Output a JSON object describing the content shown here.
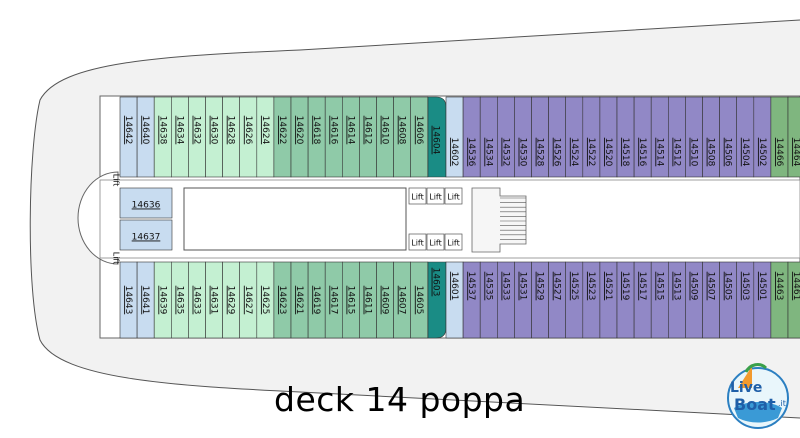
{
  "caption": "deck 14 poppa",
  "logo": {
    "text_line1": "Live",
    "text_line2": "Boat",
    "text_suffix": ".it"
  },
  "lift_label": "Lift",
  "colors": {
    "pale_blue": "#c8dcf0",
    "light_green": "#c4f0d2",
    "mid_green": "#8fcaa8",
    "teal": "#1a8c85",
    "purple": "#9188c6",
    "dark_green": "#7fb67f",
    "hull": "#f2f2f2"
  },
  "sections": {
    "top_aft": [
      {
        "num": "14642",
        "color": "pale_blue"
      },
      {
        "num": "14640",
        "color": "pale_blue"
      },
      {
        "num": "14638",
        "color": "light_green"
      },
      {
        "num": "14634",
        "color": "light_green"
      },
      {
        "num": "14632",
        "color": "light_green"
      },
      {
        "num": "14630",
        "color": "light_green"
      },
      {
        "num": "14628",
        "color": "light_green"
      },
      {
        "num": "14626",
        "color": "light_green"
      },
      {
        "num": "14624",
        "color": "light_green"
      },
      {
        "num": "14622",
        "color": "mid_green"
      },
      {
        "num": "14620",
        "color": "mid_green"
      },
      {
        "num": "14618",
        "color": "mid_green"
      },
      {
        "num": "14616",
        "color": "mid_green"
      },
      {
        "num": "14614",
        "color": "mid_green"
      },
      {
        "num": "14612",
        "color": "mid_green"
      },
      {
        "num": "14610",
        "color": "mid_green"
      },
      {
        "num": "14608",
        "color": "mid_green"
      },
      {
        "num": "14606",
        "color": "mid_green"
      }
    ],
    "top_corner": {
      "num": "14604",
      "color": "teal"
    },
    "top_fwd": [
      {
        "num": "14602",
        "color": "pale_blue"
      },
      {
        "num": "14536",
        "color": "purple"
      },
      {
        "num": "14534",
        "color": "purple"
      },
      {
        "num": "14532",
        "color": "purple"
      },
      {
        "num": "14530",
        "color": "purple"
      },
      {
        "num": "14528",
        "color": "purple"
      },
      {
        "num": "14526",
        "color": "purple"
      },
      {
        "num": "14524",
        "color": "purple"
      },
      {
        "num": "14522",
        "color": "purple"
      },
      {
        "num": "14520",
        "color": "purple"
      },
      {
        "num": "14518",
        "color": "purple"
      },
      {
        "num": "14516",
        "color": "purple"
      },
      {
        "num": "14514",
        "color": "purple"
      },
      {
        "num": "14512",
        "color": "purple"
      },
      {
        "num": "14510",
        "color": "purple"
      },
      {
        "num": "14508",
        "color": "purple"
      },
      {
        "num": "14506",
        "color": "purple"
      },
      {
        "num": "14504",
        "color": "purple"
      },
      {
        "num": "14502",
        "color": "purple"
      },
      {
        "num": "14466",
        "color": "dark_green"
      },
      {
        "num": "14464",
        "color": "dark_green"
      }
    ],
    "bottom_aft": [
      {
        "num": "14643",
        "color": "pale_blue"
      },
      {
        "num": "14641",
        "color": "pale_blue"
      },
      {
        "num": "14639",
        "color": "light_green"
      },
      {
        "num": "14635",
        "color": "light_green"
      },
      {
        "num": "14633",
        "color": "light_green"
      },
      {
        "num": "14631",
        "color": "light_green"
      },
      {
        "num": "14629",
        "color": "light_green"
      },
      {
        "num": "14627",
        "color": "light_green"
      },
      {
        "num": "14625",
        "color": "light_green"
      },
      {
        "num": "14623",
        "color": "mid_green"
      },
      {
        "num": "14621",
        "color": "mid_green"
      },
      {
        "num": "14619",
        "color": "mid_green"
      },
      {
        "num": "14617",
        "color": "mid_green"
      },
      {
        "num": "14615",
        "color": "mid_green"
      },
      {
        "num": "14611",
        "color": "mid_green"
      },
      {
        "num": "14609",
        "color": "mid_green"
      },
      {
        "num": "14607",
        "color": "mid_green"
      },
      {
        "num": "14605",
        "color": "mid_green"
      }
    ],
    "bottom_corner": {
      "num": "14603",
      "color": "teal"
    },
    "bottom_fwd": [
      {
        "num": "14601",
        "color": "pale_blue"
      },
      {
        "num": "14537",
        "color": "purple"
      },
      {
        "num": "14535",
        "color": "purple"
      },
      {
        "num": "14533",
        "color": "purple"
      },
      {
        "num": "14531",
        "color": "purple"
      },
      {
        "num": "14529",
        "color": "purple"
      },
      {
        "num": "14527",
        "color": "purple"
      },
      {
        "num": "14525",
        "color": "purple"
      },
      {
        "num": "14523",
        "color": "purple"
      },
      {
        "num": "14521",
        "color": "purple"
      },
      {
        "num": "14519",
        "color": "purple"
      },
      {
        "num": "14517",
        "color": "purple"
      },
      {
        "num": "14515",
        "color": "purple"
      },
      {
        "num": "14513",
        "color": "purple"
      },
      {
        "num": "14509",
        "color": "purple"
      },
      {
        "num": "14507",
        "color": "purple"
      },
      {
        "num": "14505",
        "color": "purple"
      },
      {
        "num": "14503",
        "color": "purple"
      },
      {
        "num": "14501",
        "color": "purple"
      },
      {
        "num": "14463",
        "color": "dark_green"
      },
      {
        "num": "14461",
        "color": "dark_green"
      }
    ],
    "aft_suites": [
      {
        "num": "14636",
        "color": "pale_blue"
      },
      {
        "num": "14637",
        "color": "pale_blue"
      }
    ]
  }
}
